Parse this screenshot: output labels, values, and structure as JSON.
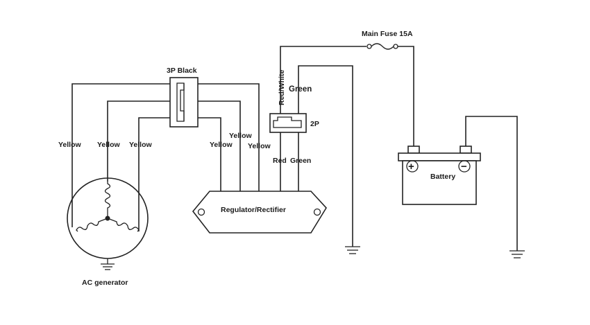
{
  "labels": {
    "main_fuse": "Main Fuse 15A",
    "connector_3p": "3P Black",
    "connector_2p": "2P",
    "red_white": "Red/White",
    "green_top": "Green",
    "red": "Red",
    "green_bottom": "Green",
    "yellow": "Yellow",
    "regulator": "Regulator/Rectifier",
    "battery": "Battery",
    "ac_generator": "AC generator",
    "plus": "+",
    "minus": "−"
  },
  "colors": {
    "line": "#222222",
    "background": "#ffffff"
  }
}
